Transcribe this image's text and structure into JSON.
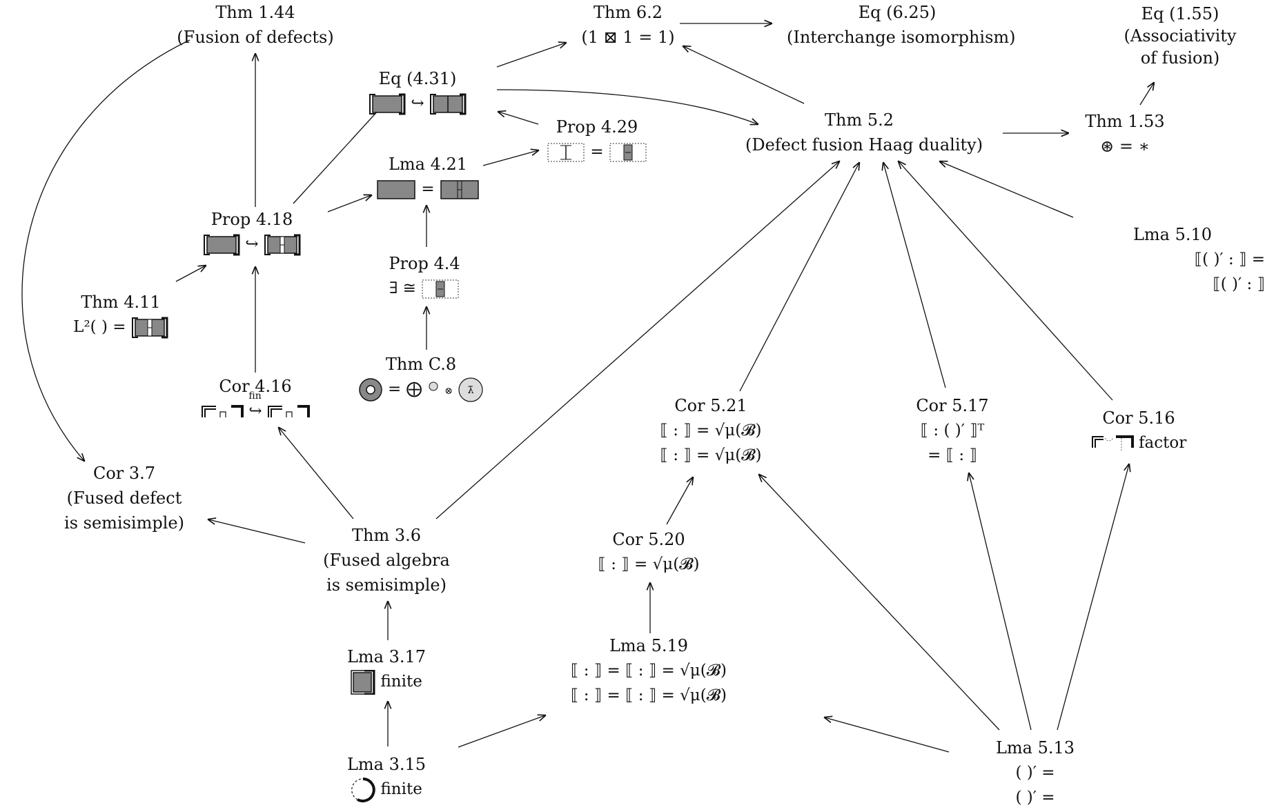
{
  "nodes": {
    "thm_1_44": {
      "label": "Thm 1.44",
      "sub": "(Fusion of defects)"
    },
    "thm_6_2": {
      "label": "Thm 6.2",
      "sub": "(1 ⊠ 1 = 1)"
    },
    "eq_6_25": {
      "label": "Eq (6.25)",
      "sub": "(Interchange isomorphism)"
    },
    "eq_1_55": {
      "label": "Eq (1.55)",
      "sub1": "(Associativity",
      "sub2": "of fusion)"
    },
    "eq_4_31": {
      "label": "Eq (4.31)",
      "formula": "↪"
    },
    "prop_4_29": {
      "label": "Prop 4.29",
      "formula": "="
    },
    "thm_5_2": {
      "label": "Thm 5.2",
      "sub": "(Defect fusion Haag duality)"
    },
    "thm_1_53": {
      "label": "Thm 1.53",
      "formula": "⊛ = ∗"
    },
    "lma_4_21": {
      "label": "Lma 4.21",
      "formula": "="
    },
    "prop_4_18": {
      "label": "Prop 4.18",
      "formula": "↪"
    },
    "lma_5_10": {
      "label": "Lma 5.10",
      "line1": "⟦(      )′ :      ⟧ =",
      "line2": "⟦(      )′ :      ⟧"
    },
    "prop_4_4": {
      "label": "Prop 4.4",
      "formula": "∃        ≅"
    },
    "thm_4_11": {
      "label": "Thm 4.11",
      "formula": "L²(        ) ="
    },
    "thm_c_8": {
      "label": "Thm C.8",
      "formula": "= ⨁",
      "lambda": "λ",
      "lambda_bar": "λ̄"
    },
    "cor_4_16": {
      "label": "Cor 4.16",
      "fin": "fin",
      "formula": "↪"
    },
    "cor_5_21": {
      "label": "Cor 5.21",
      "line1": "⟦      :      ⟧ = √μ(𝓑)",
      "line2": "⟦      :      ⟧ = √μ(𝓑)"
    },
    "cor_5_17": {
      "label": "Cor 5.17",
      "line1": "⟦      : (      )′ ⟧ᵀ",
      "line2": "= ⟦      :      ⟧"
    },
    "cor_5_16": {
      "label": "Cor 5.16",
      "formula": "factor"
    },
    "cor_3_7": {
      "label": "Cor 3.7",
      "sub1": "(Fused defect",
      "sub2": "is semisimple)"
    },
    "thm_3_6": {
      "label": "Thm 3.6",
      "sub1": "(Fused algebra",
      "sub2": "is semisimple)"
    },
    "cor_5_20": {
      "label": "Cor 5.20",
      "formula": "⟦      :      ⟧  =  √μ(𝓑)"
    },
    "lma_3_17": {
      "label": "Lma 3.17",
      "formula": "finite"
    },
    "lma_5_19": {
      "label": "Lma 5.19",
      "line1": "⟦      :      ⟧ = ⟦      :      ⟧ = √μ(𝓑)",
      "line2": "⟦      :      ⟧ = ⟦      :      ⟧ = √μ(𝓑)"
    },
    "lma_3_15": {
      "label": "Lma 3.15",
      "formula": "finite"
    },
    "lma_5_13": {
      "label": "Lma 5.13",
      "line1": "(      )′  =",
      "line2": "(      )′  ="
    }
  },
  "edges": [
    [
      "thm_6_2",
      "eq_6_25"
    ],
    [
      "eq_4_31",
      "thm_6_2"
    ],
    [
      "thm_5_2",
      "thm_6_2"
    ],
    [
      "eq_4_31",
      "thm_5_2"
    ],
    [
      "prop_4_29",
      "eq_4_31"
    ],
    [
      "lma_4_21",
      "prop_4_29"
    ],
    [
      "thm_5_2",
      "thm_1_53"
    ],
    [
      "thm_1_53",
      "eq_1_55"
    ],
    [
      "lma_5_10",
      "thm_5_2"
    ],
    [
      "prop_4_18",
      "thm_1_44"
    ],
    [
      "prop_4_18",
      "eq_4_31"
    ],
    [
      "prop_4_18",
      "lma_4_21"
    ],
    [
      "prop_4_4",
      "lma_4_21"
    ],
    [
      "thm_c_8",
      "prop_4_4"
    ],
    [
      "thm_4_11",
      "prop_4_18"
    ],
    [
      "cor_4_16",
      "prop_4_18"
    ],
    [
      "thm_3_6",
      "cor_4_16"
    ],
    [
      "thm_3_6",
      "cor_3_7"
    ],
    [
      "thm_1_44",
      "cor_3_7"
    ],
    [
      "thm_3_6",
      "thm_5_2"
    ],
    [
      "cor_5_21",
      "thm_5_2"
    ],
    [
      "cor_5_17",
      "thm_5_2"
    ],
    [
      "cor_5_16",
      "thm_5_2"
    ],
    [
      "lma_3_17",
      "thm_3_6"
    ],
    [
      "lma_3_15",
      "lma_3_17"
    ],
    [
      "lma_3_15",
      "lma_5_19"
    ],
    [
      "lma_5_19",
      "cor_5_20"
    ],
    [
      "cor_5_20",
      "cor_5_21"
    ],
    [
      "lma_5_13",
      "cor_5_21"
    ],
    [
      "lma_5_13",
      "cor_5_17"
    ],
    [
      "lma_5_13",
      "cor_5_16"
    ],
    [
      "lma_5_13",
      "lma_5_19"
    ]
  ]
}
